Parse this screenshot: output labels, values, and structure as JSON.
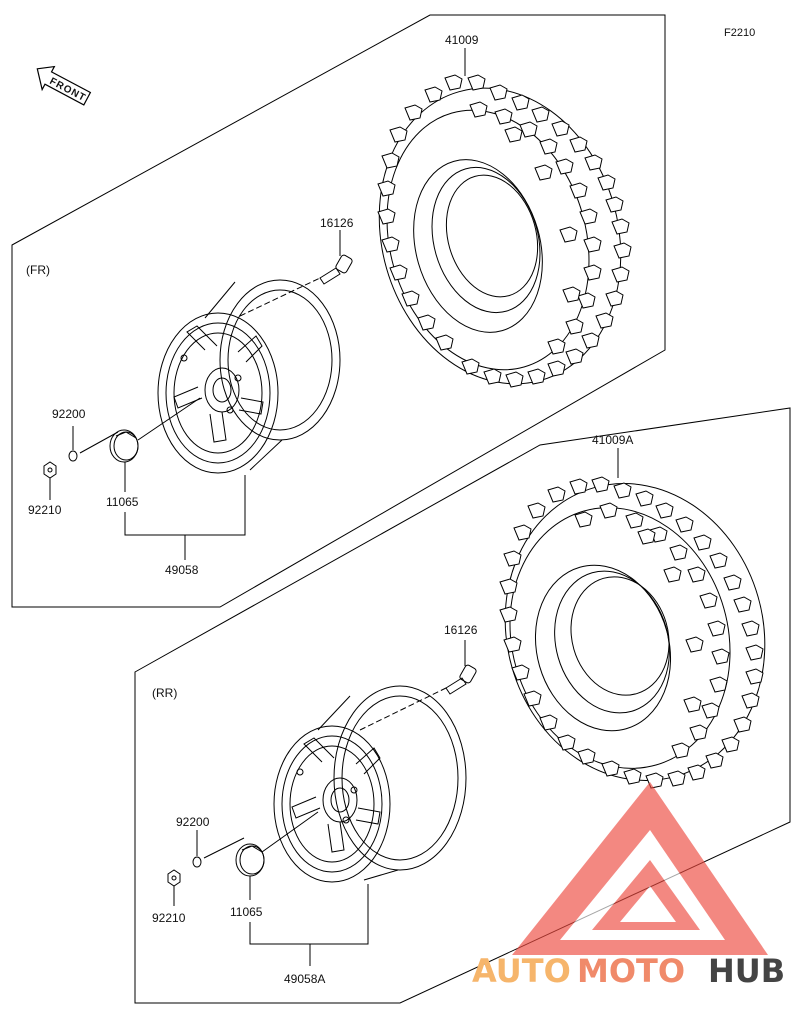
{
  "diagram_code": "F2210",
  "front_arrow_label": "FRONT",
  "sections": {
    "front": {
      "tag": "(FR)",
      "parts": {
        "tire": "41009",
        "valve": "16126",
        "washer": "92200",
        "nut": "92210",
        "cap": "11065",
        "wheel": "49058"
      }
    },
    "rear": {
      "tag": "(RR)",
      "parts": {
        "tire": "41009A",
        "valve": "16126",
        "washer": "92200",
        "nut": "92210",
        "cap": "11065",
        "wheel": "49058A"
      }
    }
  },
  "watermark": {
    "part1": "AUTO",
    "part2": "MOTO",
    "part3": "HUB",
    "color_light": "#f6b56b",
    "color_mid": "#f08a6a",
    "color_dark": "#444444",
    "logo_color": "#ee4a3f"
  }
}
